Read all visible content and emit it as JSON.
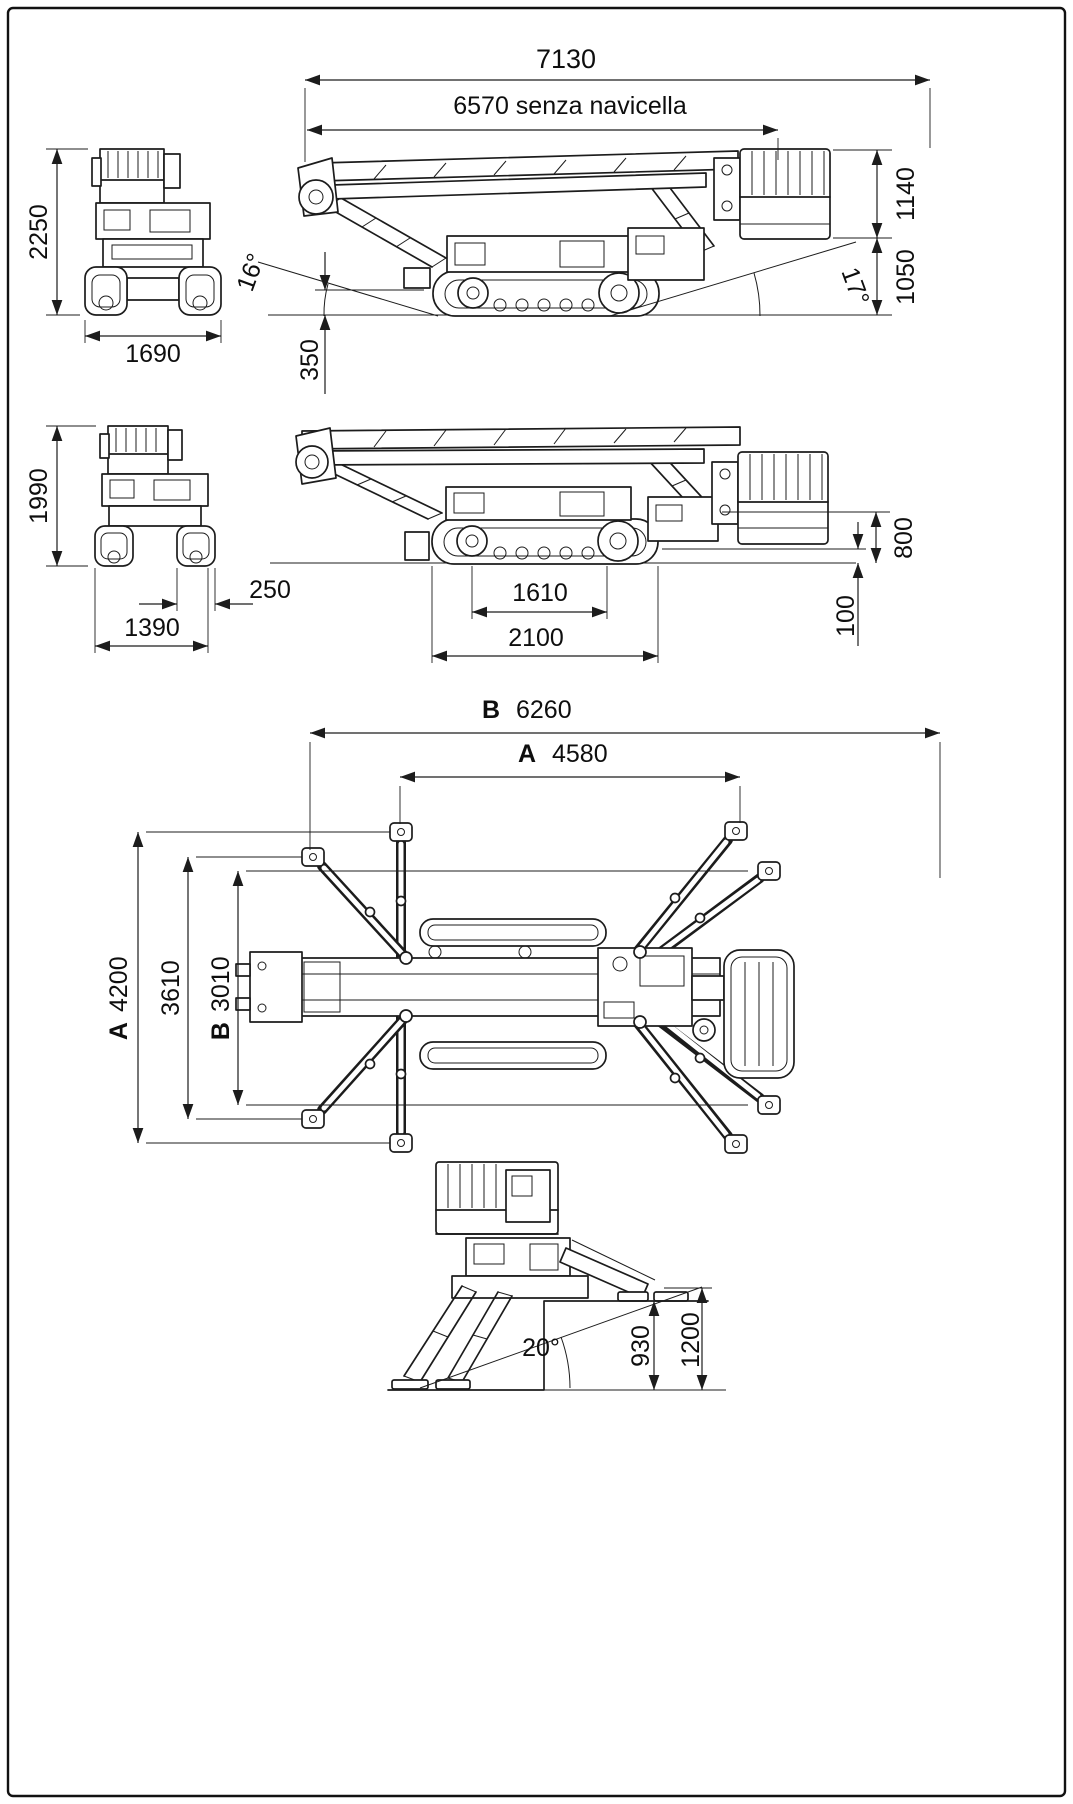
{
  "drawing": {
    "stowed": {
      "total_length": "7130",
      "length_without_basket": "6570 senza navicella",
      "overall_height": "2250",
      "overall_width": "1690",
      "basket_height": "1140",
      "chassis_height": "1050",
      "front_angle": "16°",
      "rear_angle": "17°",
      "front_clearance": "350"
    },
    "transport": {
      "reduced_height": "1990",
      "track_offset": "250",
      "reduced_width": "1390",
      "rear_height": "800",
      "ground_clearance": "100",
      "track_contact_length": "1610",
      "track_overall_length": "2100"
    },
    "outriggers": {
      "length_b": {
        "label": "B",
        "value": "6260"
      },
      "length_a": {
        "label": "A",
        "value": "4580"
      },
      "width_a": {
        "label": "A",
        "value": "4200"
      },
      "width_mid": "3610",
      "width_b": {
        "label": "B",
        "value": "3010"
      }
    },
    "stabilized": {
      "slope_angle": "20°",
      "step_height": "930",
      "max_step_height": "1200"
    }
  }
}
